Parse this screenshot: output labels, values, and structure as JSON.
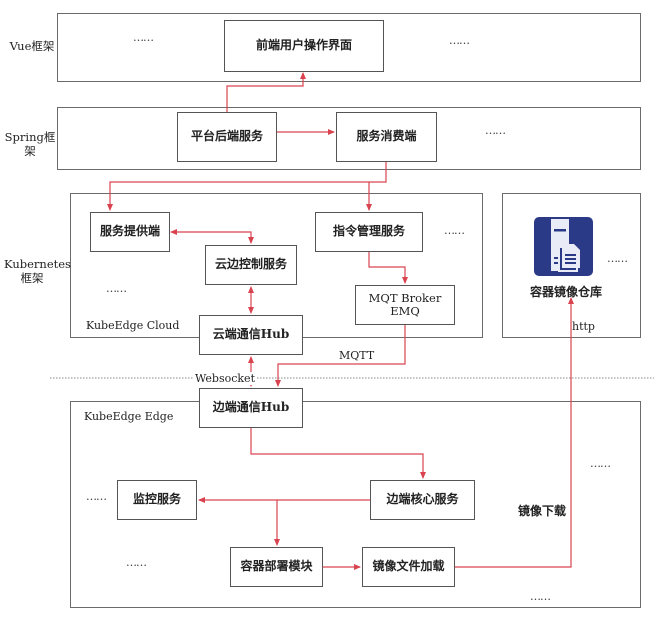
{
  "layers": {
    "vue": {
      "label": "Vue框架",
      "nodes": {
        "frontend_ui": "前端用户操作界面"
      },
      "ellipsis_left": "……",
      "ellipsis_right": "……"
    },
    "spring": {
      "label": "Spring框架",
      "nodes": {
        "platform_backend": "平台后端服务",
        "service_consumer": "服务消费端"
      },
      "ellipsis": "……"
    },
    "kubernetes": {
      "label": "Kubernetes\n框架",
      "cloud": {
        "title": "KubeEdge Cloud",
        "nodes": {
          "service_provider": "服务提供端",
          "cloud_edge_control": "云边控制服务",
          "command_management": "指令管理服务",
          "mqtt_broker_line1": "MQT Broker",
          "mqtt_broker_line2": "EMQ",
          "cloud_hub": "云端通信Hub"
        },
        "ellipsis_left": "……",
        "ellipsis_right": "……"
      },
      "registry": {
        "icon": "server-document-icon",
        "label": "容器镜像仓库",
        "ellipsis": "……"
      }
    },
    "edge": {
      "title": "KubeEdge Edge",
      "nodes": {
        "edge_hub": "边端通信Hub",
        "monitoring": "监控服务",
        "edge_core": "边端核心服务",
        "container_deploy": "容器部署模块",
        "image_loading": "镜像文件加载"
      },
      "ellipsis_left_top": "……",
      "ellipsis_left_bottom": "……",
      "ellipsis_right_top": "……",
      "ellipsis_right_bottom": "……"
    }
  },
  "connections": {
    "websocket": "Websocket",
    "mqtt": "MQTT",
    "http": "http",
    "image_download": "镜像下载"
  },
  "colors": {
    "arrow": "#d9434f",
    "frame": "#6b6b6b",
    "icon_bg": "#2b3a86"
  }
}
